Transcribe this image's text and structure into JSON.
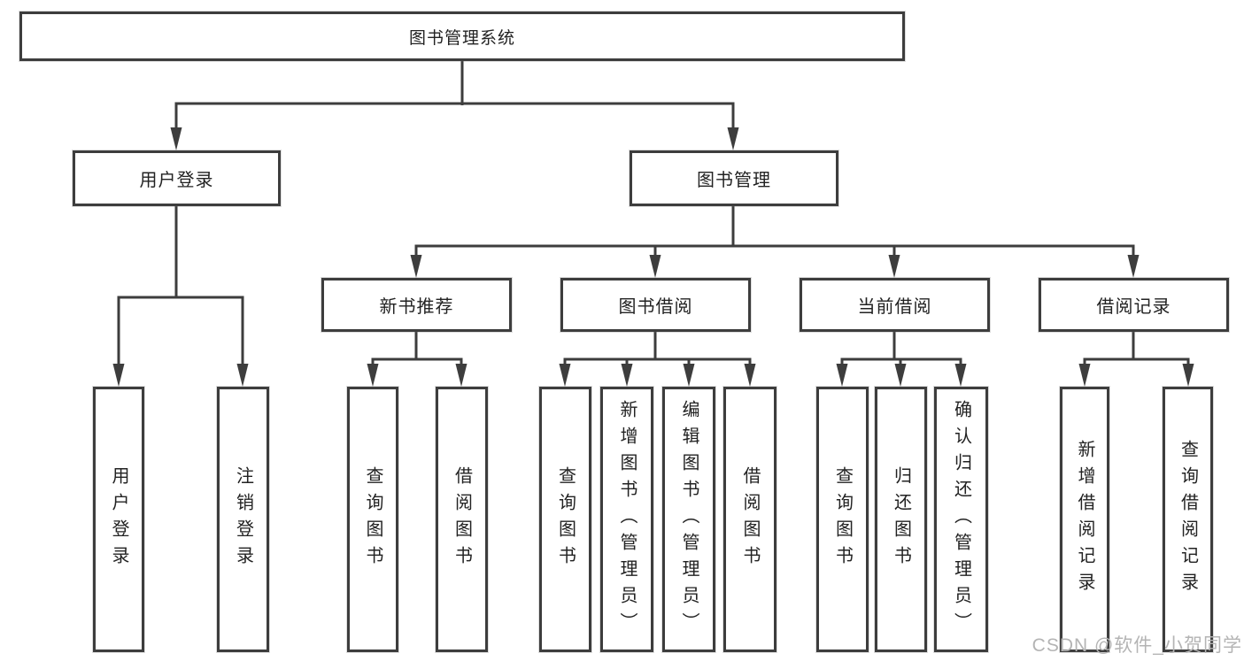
{
  "diagram": {
    "title": "图书管理系统",
    "nodes": {
      "root": {
        "label": "图书管理系统"
      },
      "user_login": {
        "label": "用户登录"
      },
      "book_mgmt": {
        "label": "图书管理"
      },
      "login": {
        "label": "用户登录"
      },
      "logout": {
        "label": "注销登录"
      },
      "new_rec": {
        "label": "新书推荐"
      },
      "borrow": {
        "label": "图书借阅"
      },
      "current": {
        "label": "当前借阅"
      },
      "record": {
        "label": "借阅记录"
      },
      "rec_query": {
        "label": "查询图书"
      },
      "rec_borrow": {
        "label": "借阅图书"
      },
      "b_query": {
        "label": "查询图书"
      },
      "b_add": {
        "label": "新增图书（管理员）"
      },
      "b_edit": {
        "label": "编辑图书（管理员）"
      },
      "b_borrow": {
        "label": "借阅图书"
      },
      "c_query": {
        "label": "查询图书"
      },
      "c_return": {
        "label": "归还图书"
      },
      "c_confirm": {
        "label": "确认归还（管理员）"
      },
      "r_add": {
        "label": "新增借阅记录"
      },
      "r_query": {
        "label": "查询借阅记录"
      }
    },
    "edges": [
      [
        "root",
        "user_login"
      ],
      [
        "root",
        "book_mgmt"
      ],
      [
        "user_login",
        "login"
      ],
      [
        "user_login",
        "logout"
      ],
      [
        "book_mgmt",
        "new_rec"
      ],
      [
        "book_mgmt",
        "borrow"
      ],
      [
        "book_mgmt",
        "current"
      ],
      [
        "book_mgmt",
        "record"
      ],
      [
        "new_rec",
        "rec_query"
      ],
      [
        "new_rec",
        "rec_borrow"
      ],
      [
        "borrow",
        "b_query"
      ],
      [
        "borrow",
        "b_add"
      ],
      [
        "borrow",
        "b_edit"
      ],
      [
        "borrow",
        "b_borrow"
      ],
      [
        "current",
        "c_query"
      ],
      [
        "current",
        "c_return"
      ],
      [
        "current",
        "c_confirm"
      ],
      [
        "record",
        "r_add"
      ],
      [
        "record",
        "r_query"
      ]
    ]
  },
  "watermark": {
    "text": "CSDN @软件_小贺同学"
  },
  "colors": {
    "line": "#3d3d3d",
    "text": "#222222",
    "watermark": "#b4b4b4",
    "background": "#ffffff"
  }
}
